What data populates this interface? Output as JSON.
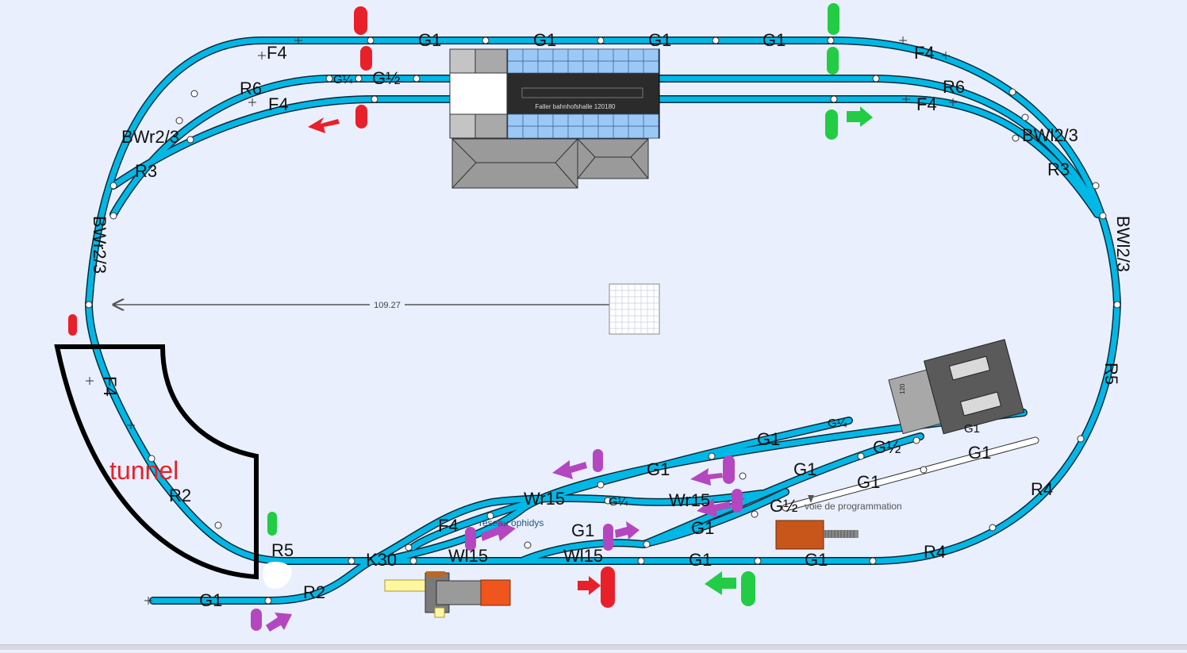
{
  "track_labels": {
    "top_g1_a": "G1",
    "top_g1_b": "G1",
    "top_g1_c": "G1",
    "top_g1_d": "G1",
    "top_f4_left": "F4",
    "top_f4_right": "F4",
    "r6_left": "R6",
    "r6_right": "R6",
    "g14_top": "G¼",
    "g12_top": "G½",
    "f4_inner_left": "F4",
    "f4_inner_right": "F4",
    "bwr_top": "BWr2/3",
    "bwl_top": "BWl2/3",
    "r3_left": "R3",
    "r3_right": "R3",
    "bwr_side": "BWr2/3",
    "bwl_side": "BWl2/3",
    "f4_left_side": "F4",
    "r5_right": "R5",
    "r2_left": "R2",
    "r5_bottom": "R5",
    "r2_bottom": "R2",
    "g1_bottom_left": "G1",
    "k30": "K30",
    "wl15_a": "Wl15",
    "wl15_b": "Wl15",
    "wr15_a": "Wr15",
    "wr15_b": "Wr15",
    "f4_bottom": "F4",
    "g1_mid_a": "G1",
    "g1_mid_b": "G1",
    "g1_bottom_a": "G1",
    "g1_bottom_b": "G1",
    "r4_a": "R4",
    "r4_b": "R4",
    "g14_siding": "G¼",
    "g14_small": "G¼",
    "g1_siding_a": "G1",
    "g1_siding_b": "G1",
    "g1_siding_c": "G1",
    "g12_siding_a": "G½",
    "g12_siding_b": "G½",
    "g1_prog_a": "G1",
    "g1_prog_b": "G1",
    "g1_right_end": "G1"
  },
  "annotations": {
    "tunnel": "tunnel",
    "measure": "109.27",
    "station_name": "Faller bahnhofshalle 120180",
    "network_label": "réseau ophidys",
    "prog_track_label": "voie de programmation",
    "building_tag": "120"
  },
  "colors": {
    "track": "#00b8e6",
    "signal_red": "#e8202a",
    "signal_green": "#22cc44",
    "accessory_purple": "#b447c0",
    "tunnel_outline": "#000000",
    "tunnel_text": "#e8202a"
  }
}
